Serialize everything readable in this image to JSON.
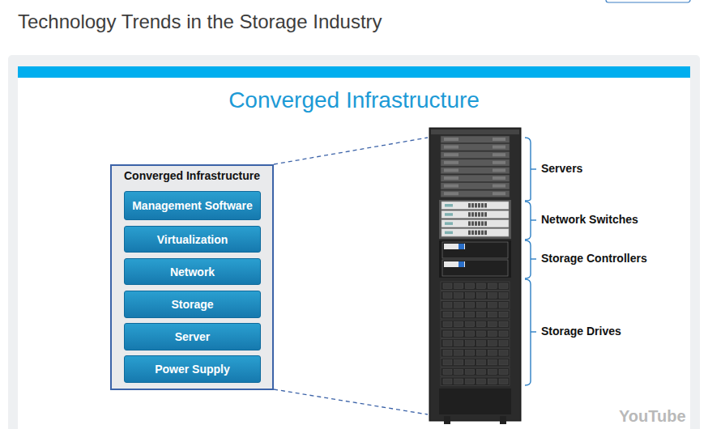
{
  "diagram": {
    "title": "Technology Trends in the Storage Industry",
    "nodes": [
      {
        "text": [
          "Converged Infrastructure"
        ]
      },
      {
        "text": [
          "Management Software"
        ],
        "in": 0
      },
      {
        "text": [
          "Virtualization"
        ],
        "in": 0
      },
      {
        "text": [
          "Network"
        ],
        "in": 0
      },
      {
        "text": [
          "Storage"
        ],
        "in": 0
      },
      {
        "text": [
          "Server"
        ],
        "in": 0
      },
      {
        "text": [
          "Power Supply"
        ],
        "in": 0
      }
    ],
    "labels": [
      "Converged Infrastructure",
      "Servers",
      "Network Switches",
      "Storage Controllers",
      "Storage Drives",
      "YouTube"
    ]
  }
}
